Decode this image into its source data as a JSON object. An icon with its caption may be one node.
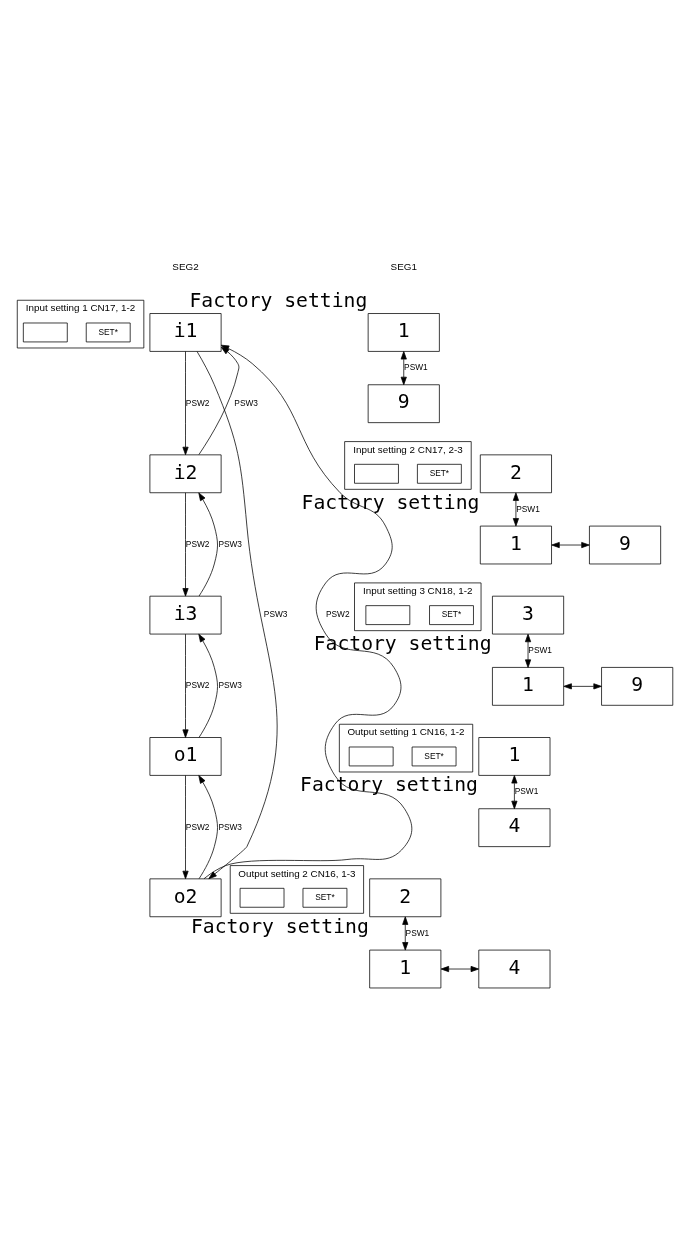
{
  "diagram": {
    "nodes": [
      {
        "text": [
          "Input setting 1 CN17, 1-2"
        ]
      },
      {
        "text": [
          "SET*"
        ],
        "in": 0
      },
      {
        "text": [],
        "shape": "box",
        "in": 0
      },
      {
        "text": [
          "i1"
        ]
      },
      {
        "text": [
          "1"
        ],
        "beside": [
          "Factory setting"
        ]
      },
      {
        "text": [
          "9"
        ]
      },
      {
        "text": [
          "Input setting 2 CN17, 2-3"
        ]
      },
      {
        "text": [
          "SET*"
        ],
        "in": 6
      },
      {
        "text": [],
        "shape": "box",
        "in": 6
      },
      {
        "text": [
          "i2"
        ]
      },
      {
        "text": [
          "2"
        ],
        "beside": [
          "Factory setting"
        ]
      },
      {
        "text": [
          "1"
        ]
      },
      {
        "text": [
          "9"
        ]
      },
      {
        "text": [
          "Input setting 3 CN18, 1-2"
        ]
      },
      {
        "text": [
          "SET*"
        ],
        "in": 13
      },
      {
        "text": [],
        "shape": "box",
        "in": 13
      },
      {
        "text": [
          "i3"
        ]
      },
      {
        "text": [
          "3"
        ],
        "beside": [
          "Factory setting"
        ]
      },
      {
        "text": [
          "1"
        ]
      },
      {
        "text": [
          "9"
        ]
      },
      {
        "text": [
          "Output setting 1 CN16, 1-2"
        ]
      },
      {
        "text": [
          "SET*"
        ],
        "in": 20
      },
      {
        "text": [],
        "shape": "box",
        "in": 20
      },
      {
        "text": [
          "o1"
        ]
      },
      {
        "text": [
          "1"
        ],
        "beside": [
          "Factory setting"
        ]
      },
      {
        "text": [
          "4"
        ]
      },
      {
        "text": [
          "Output setting 2 CN16, 1-3"
        ]
      },
      {
        "text": [
          "SET*"
        ],
        "in": 26
      },
      {
        "text": [],
        "shape": "box",
        "in": 26
      },
      {
        "text": [
          "o2"
        ]
      },
      {
        "text": [
          "2"
        ],
        "beside": [
          "Factory setting"
        ]
      },
      {
        "text": [
          "1"
        ]
      },
      {
        "text": [
          "4"
        ]
      }
    ],
    "edges": [
      {
        "from": 3,
        "to": 9,
        "arrow": "to",
        "label": "PSW2"
      },
      {
        "from": 9,
        "to": 3,
        "arrow": "to",
        "label": "PSW3"
      },
      {
        "from": 4,
        "to": 5,
        "arrow": "both",
        "label": "PSW1"
      },
      {
        "from": 9,
        "to": 16,
        "arrow": "to",
        "label": "PSW2"
      },
      {
        "from": 16,
        "to": 9,
        "arrow": "to",
        "label": "PSW3"
      },
      {
        "from": 10,
        "to": 11,
        "arrow": "both",
        "label": "PSW1"
      },
      {
        "from": 11,
        "to": 12,
        "arrow": "both"
      },
      {
        "from": 16,
        "to": 23,
        "arrow": "to",
        "label": "PSW2"
      },
      {
        "from": 23,
        "to": 16,
        "arrow": "to",
        "label": "PSW3"
      },
      {
        "from": 17,
        "to": 18,
        "arrow": "both",
        "label": "PSW1"
      },
      {
        "from": 18,
        "to": 19,
        "arrow": "both"
      },
      {
        "from": 23,
        "to": 29,
        "arrow": "to",
        "label": "PSW2"
      },
      {
        "from": 29,
        "to": 23,
        "arrow": "to",
        "label": "PSW3"
      },
      {
        "from": 24,
        "to": 25,
        "arrow": "both",
        "label": "PSW1"
      },
      {
        "from": 29,
        "to": 3,
        "arrow": "to",
        "label": "PSW2"
      },
      {
        "from": 3,
        "to": 29,
        "arrow": "to",
        "label": "PSW3"
      },
      {
        "from": 30,
        "to": 31,
        "arrow": "both",
        "label": "PSW1"
      },
      {
        "from": 31,
        "to": 32,
        "arrow": "both"
      }
    ],
    "labels": [
      "SEG2",
      "SEG1"
    ]
  }
}
